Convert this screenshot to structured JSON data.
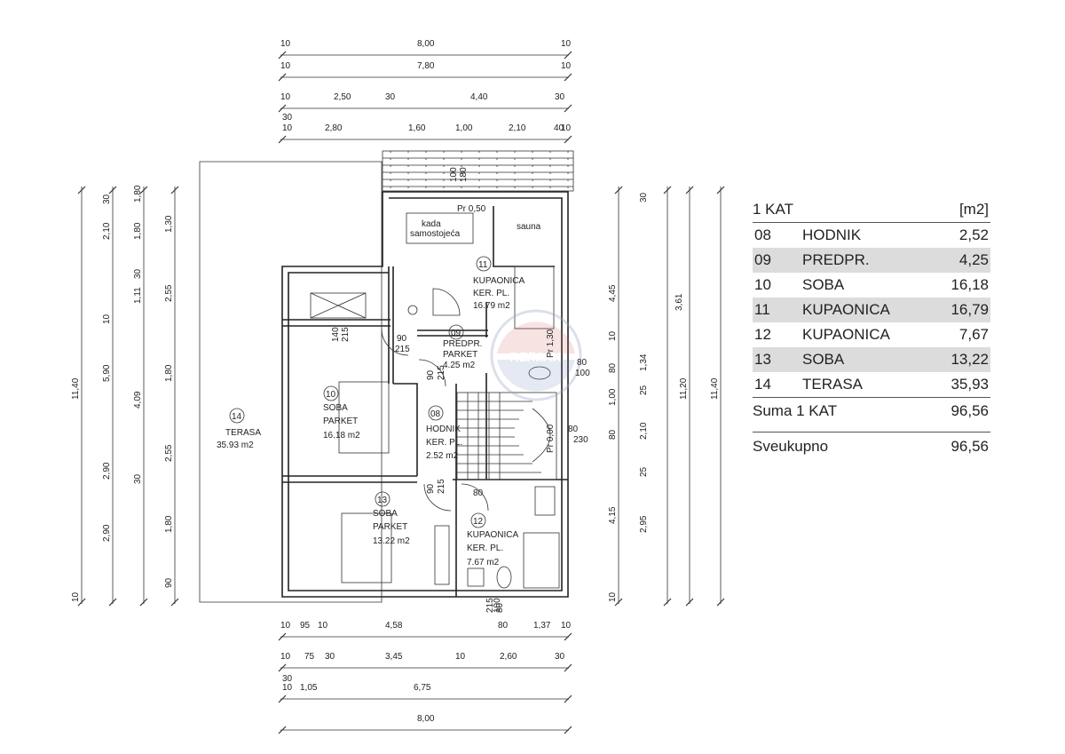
{
  "floor_table": {
    "title": "1 KAT",
    "unit": "[m2]",
    "rows": [
      {
        "num": "08",
        "name": "HODNIK",
        "area": "2,52"
      },
      {
        "num": "09",
        "name": "PREDPR.",
        "area": "4,25"
      },
      {
        "num": "10",
        "name": "SOBA",
        "area": "16,18"
      },
      {
        "num": "11",
        "name": "KUPAONICA",
        "area": "16,79"
      },
      {
        "num": "12",
        "name": "KUPAONICA",
        "area": "7,67"
      },
      {
        "num": "13",
        "name": "SOBA",
        "area": "13,22"
      },
      {
        "num": "14",
        "name": "TERASA",
        "area": "35,93"
      }
    ],
    "sum_label": "Suma 1 KAT",
    "sum_value": "96,56",
    "total_label": "Sveukupno",
    "total_value": "96,56"
  },
  "rooms": [
    {
      "num": "14",
      "name": "TERASA",
      "area": "35.93 m2"
    },
    {
      "num": "11",
      "name": "KUPAONICA",
      "floor": "KER. PL.",
      "area": "16.79 m2"
    },
    {
      "num": "09",
      "name": "PREDPR.",
      "floor": "PARKET",
      "area": "4.25 m2"
    },
    {
      "num": "10",
      "name": "SOBA",
      "floor": "PARKET",
      "area": "16.18 m2"
    },
    {
      "num": "08",
      "name": "HODNIK",
      "floor": "KER. PL.",
      "area": "2.52 m2"
    },
    {
      "num": "13",
      "name": "SOBA",
      "floor": "PARKET",
      "area": "13.22 m2"
    },
    {
      "num": "12",
      "name": "KUPAONICA",
      "floor": "KER. PL.",
      "area": "7.67 m2"
    }
  ],
  "fixtures": {
    "bathtub": [
      "kada",
      "samostojeća"
    ],
    "sauna": "sauna",
    "watermark": "RE/MAX"
  },
  "dimensions": {
    "top": [
      [
        "10",
        "8,00",
        "10"
      ],
      [
        "10",
        "7,80",
        "10"
      ],
      [
        "10",
        "2,50",
        "30",
        "4,40",
        "30"
      ],
      [
        "30",
        "10",
        "2,80",
        "1,60",
        "1,00",
        "2,10",
        "40",
        "10"
      ]
    ],
    "bottom": [
      [
        "10",
        "95",
        "10",
        "4,58",
        "80",
        "1,37",
        "10"
      ],
      [
        "10",
        "75",
        "30",
        "3,45",
        "10",
        "2,60",
        "30"
      ],
      [
        "30",
        "10",
        "1,05",
        "6,75"
      ],
      [
        "8,00"
      ]
    ],
    "left": [
      "11,40",
      "5,90",
      "4,09",
      "2,90",
      "2,10",
      "1,80",
      "30",
      "1,11",
      "2,55",
      "1,80",
      "1,30",
      "10",
      "30",
      "90",
      "1,80",
      "2,55",
      "30",
      "1,80",
      "2,90",
      "10"
    ],
    "right": [
      "4,45",
      "3,61",
      "10",
      "80",
      "1,34",
      "25",
      "1,00",
      "80",
      "2,10",
      "25",
      "4,15",
      "2,95",
      "11,20",
      "11,40",
      "10",
      "30"
    ],
    "inner": [
      "100",
      "180",
      "Pr 0,50",
      "140",
      "215",
      "90",
      "215",
      "90",
      "215",
      "80",
      "100",
      "80",
      "230",
      "Pr 1,30",
      "Pr 0,00",
      "90",
      "215",
      "80",
      "215",
      "80",
      "100"
    ]
  }
}
